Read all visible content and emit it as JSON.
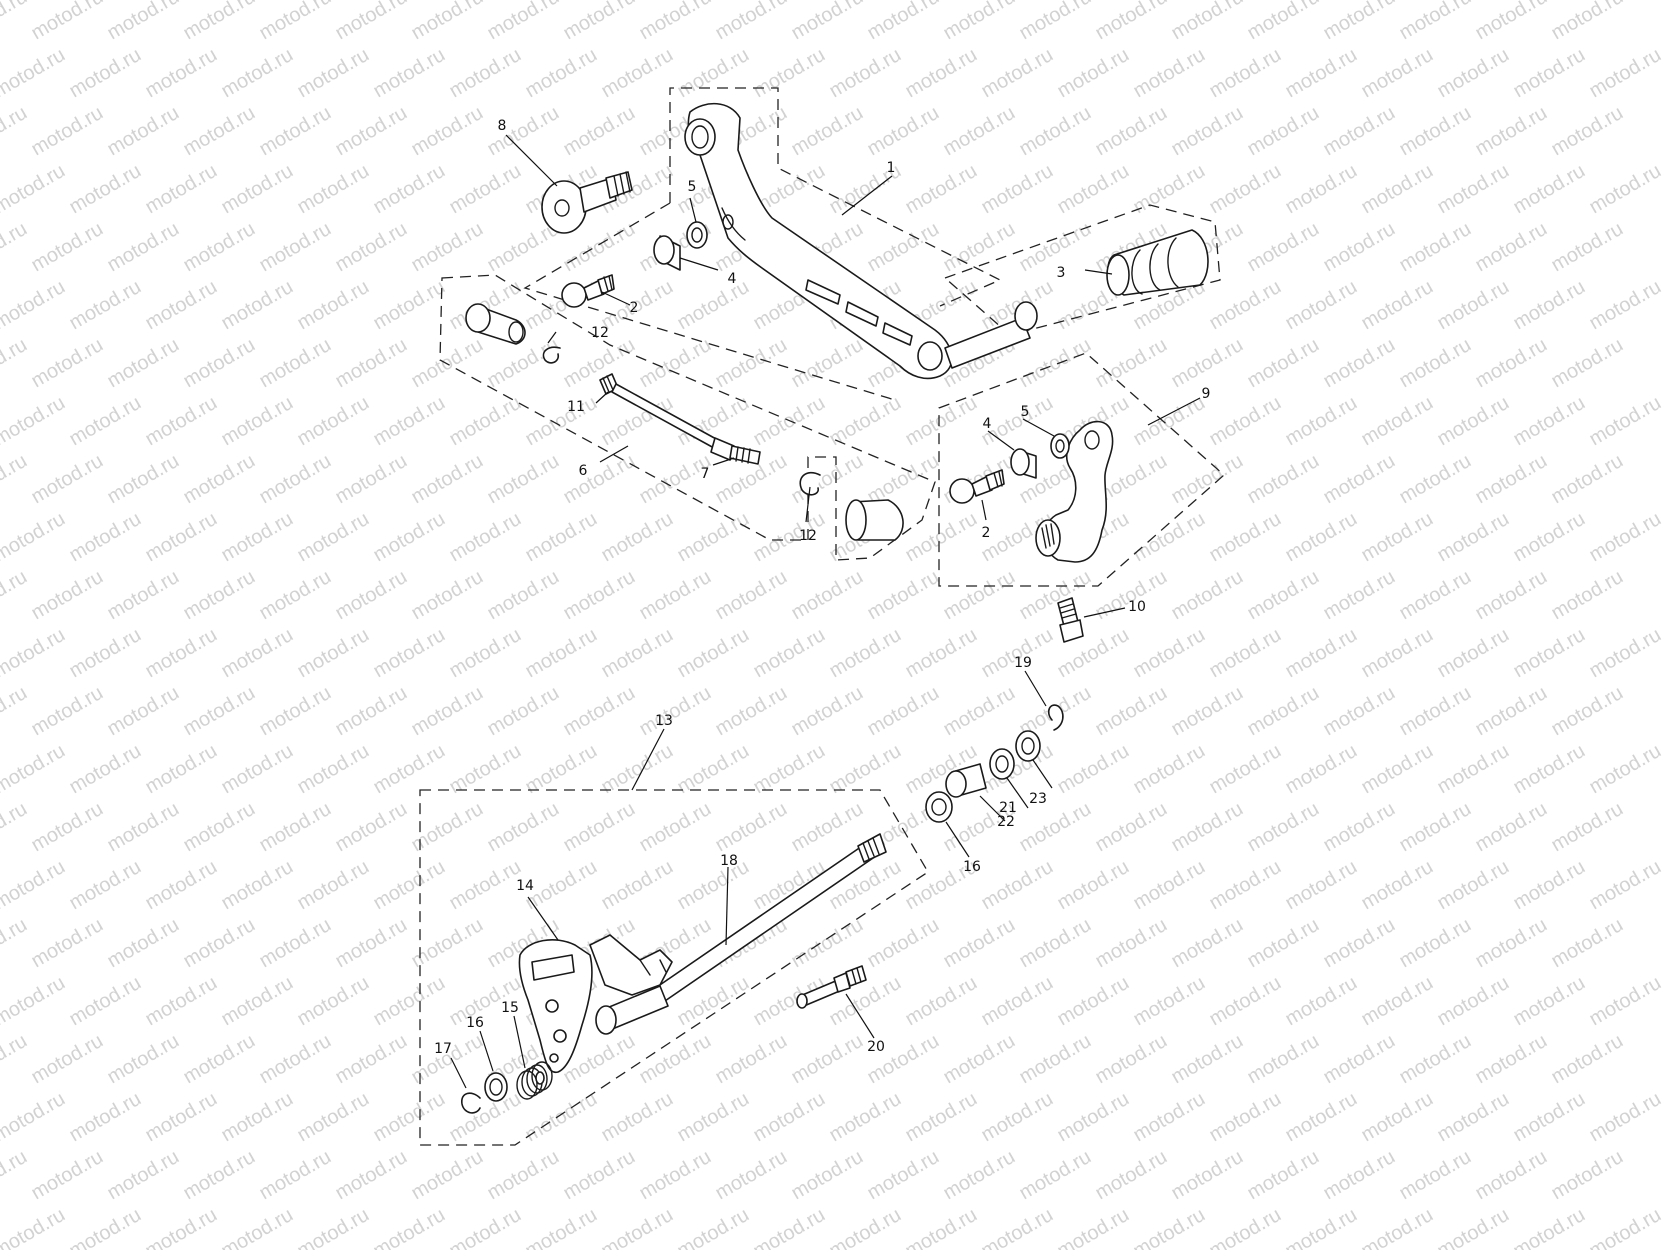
{
  "watermark": "motod.ru",
  "callouts": [
    "1",
    "2",
    "3",
    "4",
    "5",
    "6",
    "7",
    "8",
    "9",
    "10",
    "11",
    "12",
    "13",
    "14",
    "15",
    "16",
    "17",
    "18",
    "19",
    "20",
    "21",
    "22",
    "23"
  ],
  "labels": {
    "p1": "1",
    "p2a": "2",
    "p2b": "2",
    "p3": "3",
    "p4a": "4",
    "p4b": "4",
    "p5a": "5",
    "p5b": "5",
    "p6": "6",
    "p7": "7",
    "p8": "8",
    "p9": "9",
    "p10": "10",
    "p11": "11",
    "p12a": "12",
    "p12b": "12",
    "p13": "13",
    "p14": "14",
    "p15": "15",
    "p16a": "16",
    "p16b": "16",
    "p17": "17",
    "p18": "18",
    "p19": "19",
    "p20": "20",
    "p21": "21",
    "p22": "22",
    "p23": "23"
  }
}
